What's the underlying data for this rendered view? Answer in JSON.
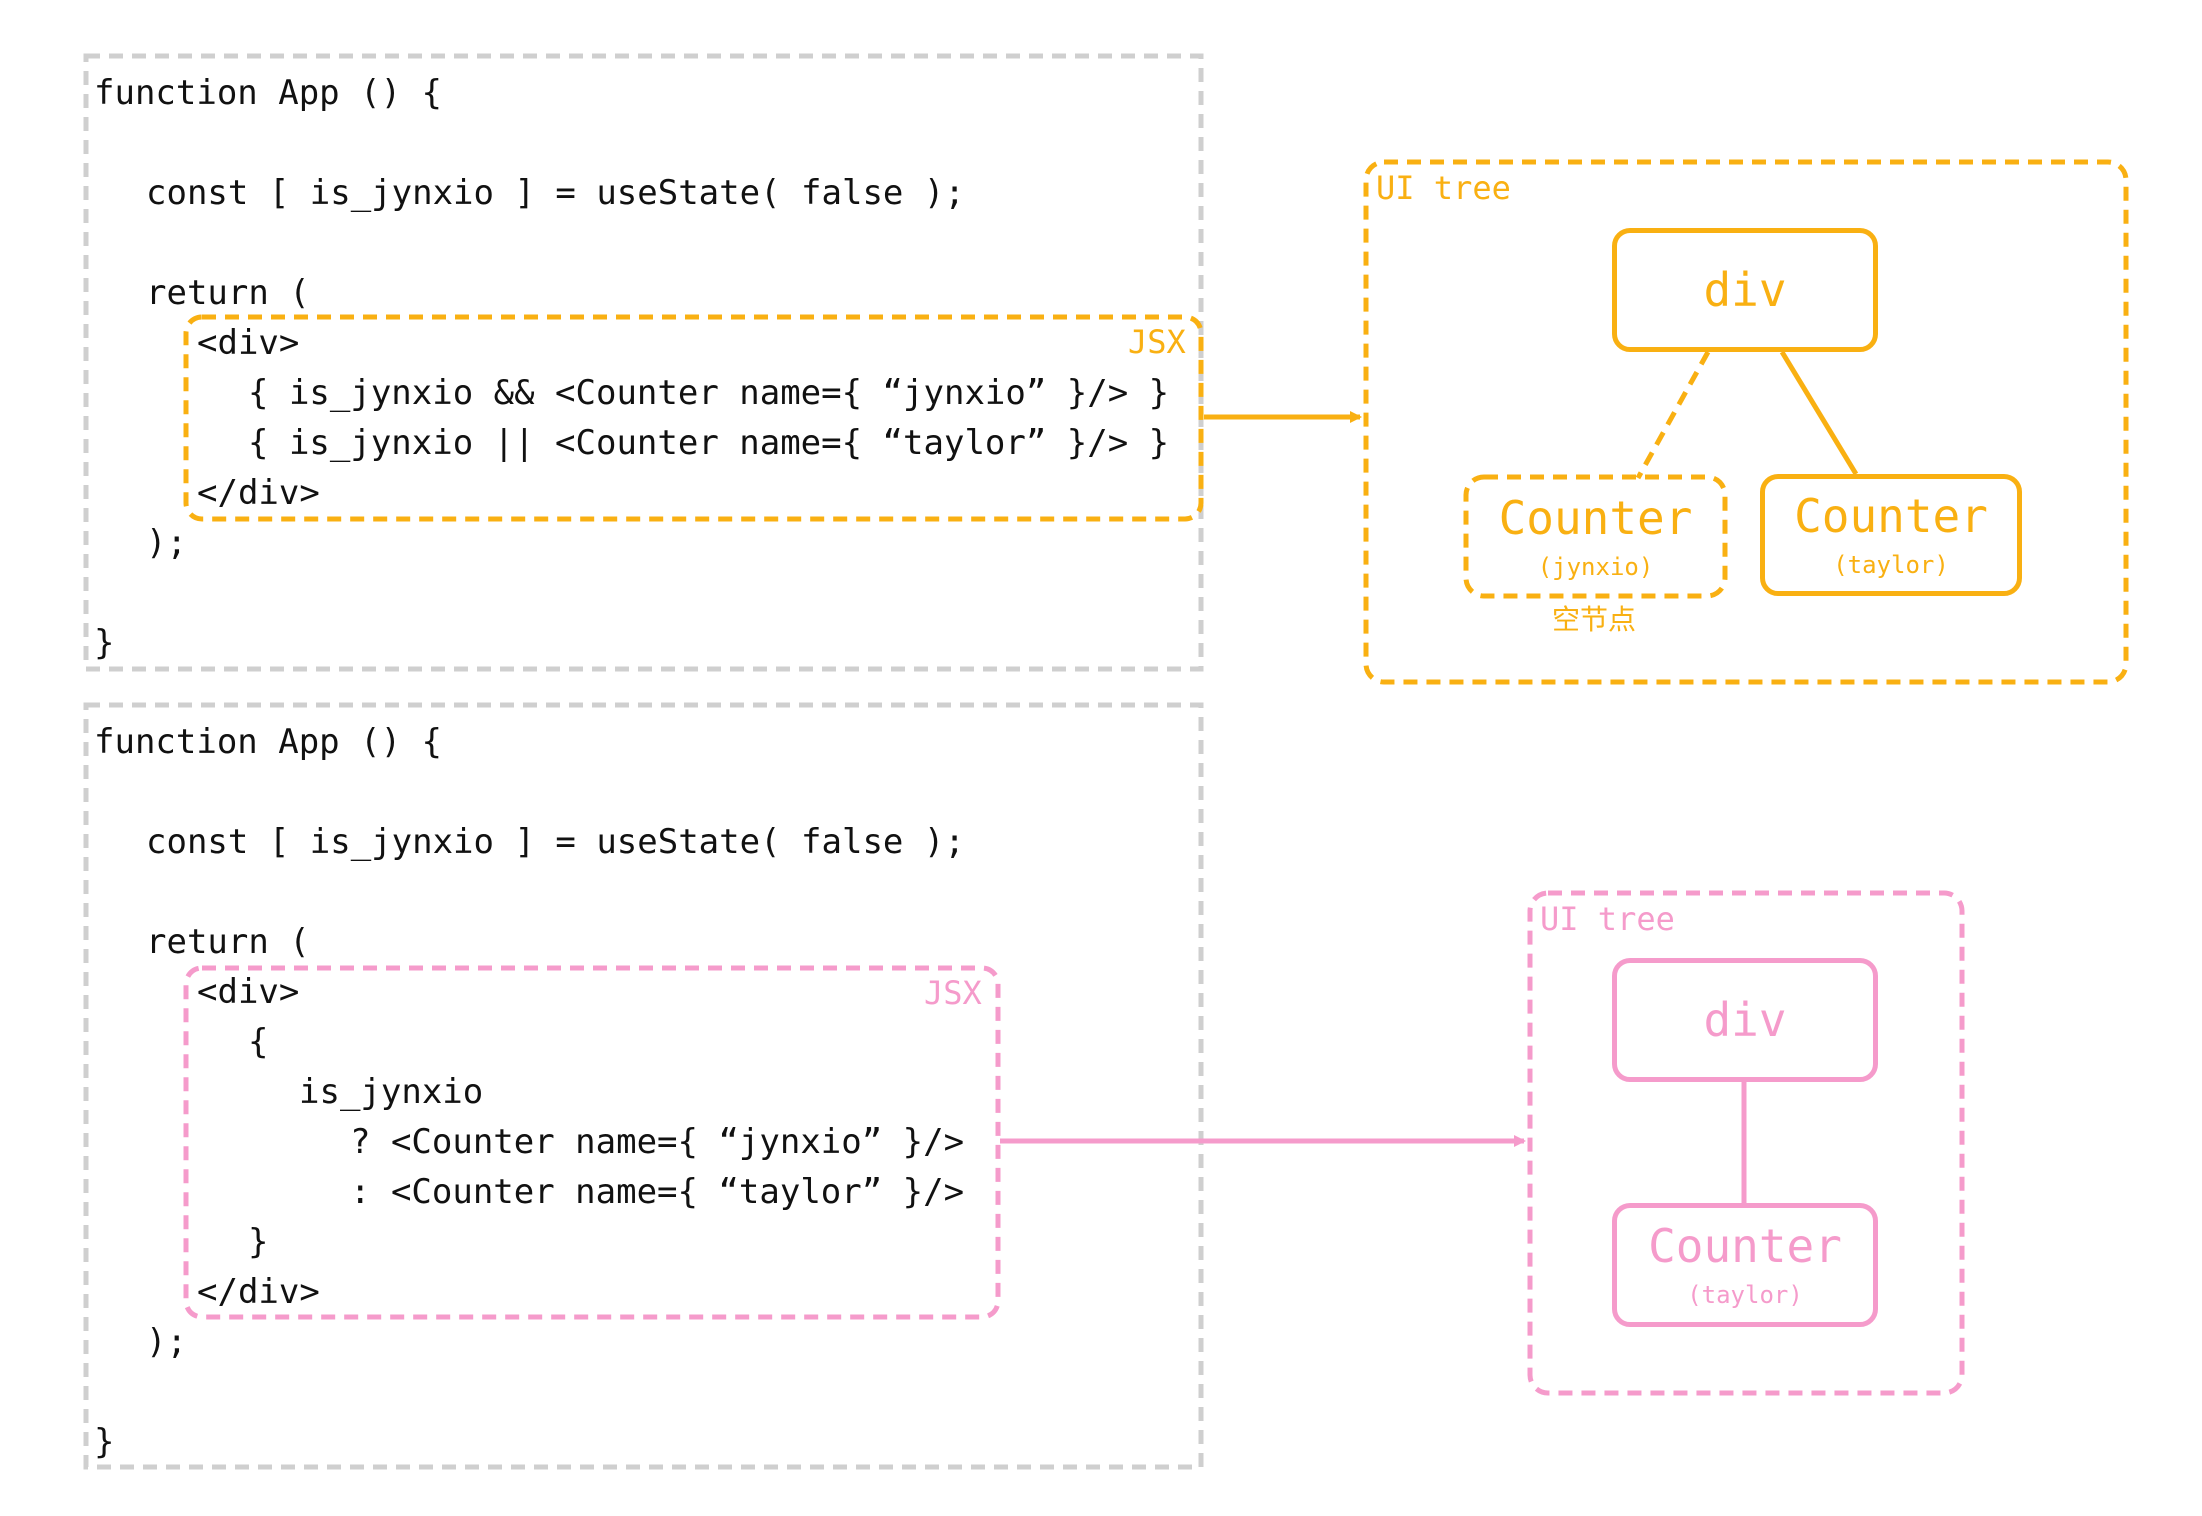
{
  "colors": {
    "orange": "#F9B012",
    "pink": "#F59BCB",
    "gray": "#CFCFCF",
    "text": "#111111"
  },
  "diagram_top": {
    "code_lines": [
      "function App () {",
      "const [ is_jynxio ] = useState( false );",
      "return (",
      "<div>",
      "{ is_jynxio && <Counter name={ “jynxio” }/> }",
      "{ is_jynxio || <Counter name={ “taylor” }/> }",
      "</div>",
      ");",
      "}"
    ],
    "jsx_label": "JSX",
    "tree_label": "UI tree",
    "root_node": "div",
    "left_node": {
      "label": "Counter",
      "sub": "(jynxio)",
      "note": "空节点"
    },
    "right_node": {
      "label": "Counter",
      "sub": "(taylor)"
    }
  },
  "diagram_bottom": {
    "code_lines": [
      "function App () {",
      "const [ is_jynxio ] = useState( false );",
      "return (",
      "<div>",
      "{",
      "is_jynxio",
      "? <Counter name={ “jynxio” }/>",
      ": <Counter name={ “taylor” }/>",
      "}",
      "</div>",
      ");",
      "}"
    ],
    "jsx_label": "JSX",
    "tree_label": "UI tree",
    "root_node": "div",
    "child_node": {
      "label": "Counter",
      "sub": "(taylor)"
    }
  }
}
